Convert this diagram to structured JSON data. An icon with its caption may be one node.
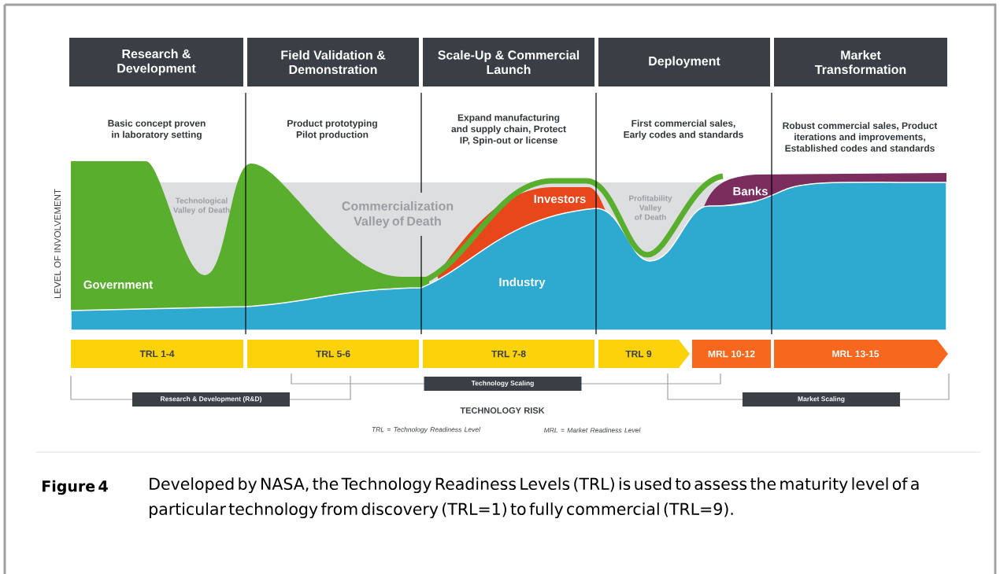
{
  "diagram": {
    "caption": "Developed by NASA, the Technology Readiness Levels (TRL) is used to assess the maturity level of a particular technology from discovery (TRL=1) to fully commercial (TRL=9).",
    "nodes": [
      {
        "text": [
          "Research & Development"
        ]
      },
      {
        "text": [
          "Field Validation & Demonstration"
        ]
      },
      {
        "text": [
          "Scale-Up & Commercial Launch"
        ]
      },
      {
        "text": [
          "Deployment"
        ]
      },
      {
        "text": [
          "Market Transformation"
        ]
      },
      {
        "text": [
          "TRL 1-4"
        ]
      },
      {
        "text": [
          "TRL 5-6"
        ]
      },
      {
        "text": [
          "TRL 7-8"
        ]
      },
      {
        "text": [
          "TRL 9"
        ]
      },
      {
        "text": [
          "MRL 10-12"
        ]
      },
      {
        "text": [
          "MRL 13-15"
        ]
      },
      {
        "text": [
          "Research & Development (R&D)"
        ]
      },
      {
        "text": [
          "Technology Scaling"
        ]
      },
      {
        "text": [
          "Market Scaling"
        ]
      }
    ],
    "labels": [
      "Basic concept proven in laboratory setting",
      "Product prototyping Pilot production",
      "Expand manufacturing and supply chain, Protect IP, Spin-out or license",
      "First commercial sales, Early codes and standards",
      "Robust commercial sales, Product iterations and improvements, Established codes and standards",
      "LEVEL OF INVOLVEMENT",
      "Technological Valley of Death",
      "Commercialization Valley of Death",
      "Investors",
      "Profitability Valley of Death",
      "Banks",
      "Government",
      "Industry",
      "TECHNOLOGY RISK",
      "TRL = Technology Readiness Level",
      "MRL = Market Readiness Level",
      "Figure 4"
    ]
  }
}
